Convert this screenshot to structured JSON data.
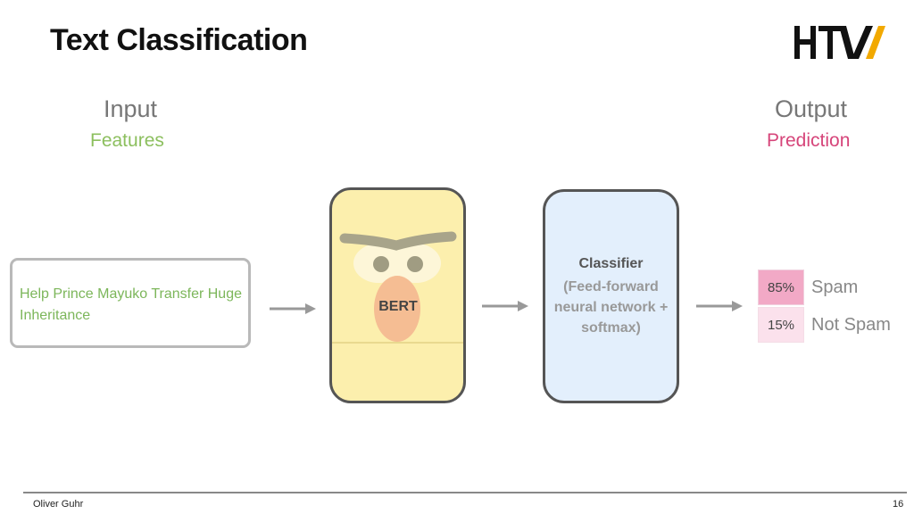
{
  "slide": {
    "title": "Text Classification",
    "author": "Oliver Guhr",
    "page_number": "16"
  },
  "diagram": {
    "input": {
      "heading": "Input",
      "subheading": "Features",
      "example_text": "Help Prince Mayuko Transfer Huge Inheritance"
    },
    "bert": {
      "label": "BERT"
    },
    "classifier": {
      "title": "Classifier",
      "detail": "(Feed-forward neural network + softmax)"
    },
    "output": {
      "heading": "Output",
      "subheading": "Prediction",
      "predictions": [
        {
          "percent": "85%",
          "label": "Spam",
          "color": "#f2a9c6"
        },
        {
          "percent": "15%",
          "label": "Not Spam",
          "color": "#fbe1ec"
        }
      ]
    }
  },
  "colors": {
    "features": "#8cbf5e",
    "prediction": "#d6457a",
    "bert_fill": "#fcefad",
    "classifier_fill": "#e3effc"
  }
}
